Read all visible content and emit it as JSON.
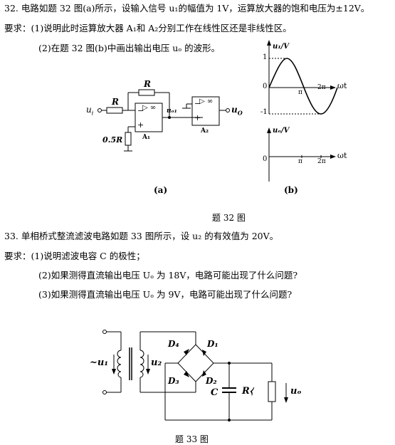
{
  "q32": {
    "line1": "32. 电路如题 32 图(a)所示，设输入信号 u₁的幅值为 1V，运算放大器的饱和电压为±12V。",
    "line2": "要求：(1)说明此时运算放大器 A₁和 A₂分别工作在线性区还是非线性区。",
    "line3": "(2)在题 32 图(b)中画出输出电压 uₒ 的波形。",
    "fig_caption": "题 32 图",
    "circuit": {
      "label_ui": "u",
      "label_ui_sub": "i",
      "label_R_in": "R",
      "label_R_fb": "R",
      "label_05R": "0.5R",
      "label_A1": "A₁",
      "label_A2": "A₂",
      "label_uo1": "uₒ₁",
      "label_uo": "u",
      "label_uo_sub": "O",
      "opamp_symbol": "▷ ∞",
      "minus": "−",
      "plus": "+",
      "sub_caption": "(a)"
    },
    "graph": {
      "top_ylabel": "u₁/V",
      "top_tick_pos": "1",
      "top_tick_neg": "-1",
      "origin": "0",
      "x_pi": "π",
      "x_2pi": "2π",
      "xlabel": "ωt",
      "bottom_ylabel": "uₒ/V",
      "sub_caption": "(b)"
    }
  },
  "q33": {
    "line1": "33. 单相桥式整流滤波电路如题 33 图所示，设 u₂ 的有效值为 20V。",
    "line2": "要求：(1)说明滤波电容 C 的极性；",
    "line3": "(2)如果测得直流输出电压 Uₒ 为 18V，电路可能出现了什么问题?",
    "line4": "(3)如果测得直流输出电压 Uₒ 为 9V，电路可能出现了什么问题?",
    "fig_caption": "题 33 图",
    "circuit": {
      "label_u1": "~u₁",
      "label_u2": "u₂",
      "label_D1": "D₁",
      "label_D2": "D₂",
      "label_D3": "D₃",
      "label_D4": "D₄",
      "label_C": "C",
      "label_RL": "R⧼",
      "label_uo": "uₒ"
    }
  }
}
